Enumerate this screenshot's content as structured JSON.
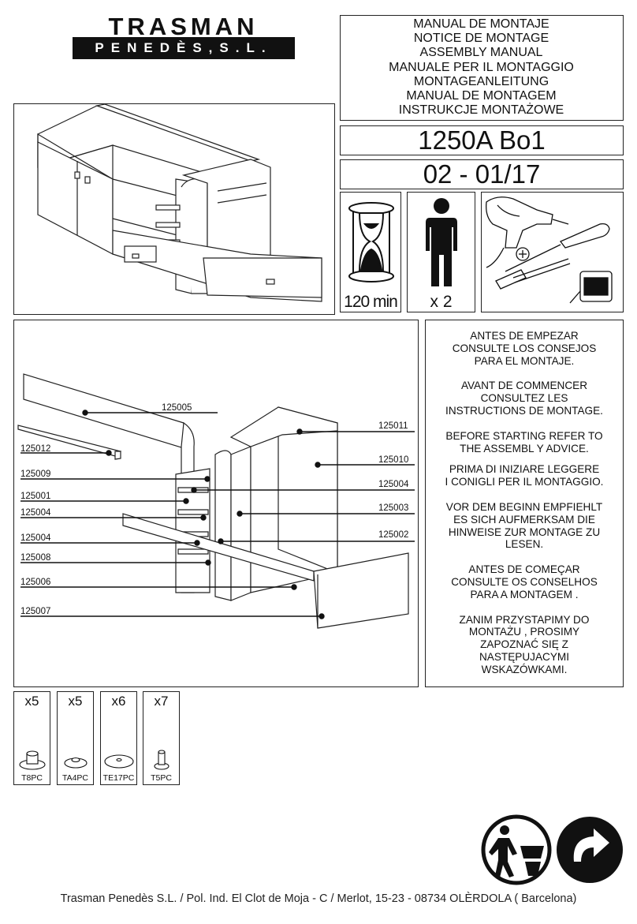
{
  "brand": {
    "name": "TRASMAN",
    "sub": "PENEDÈS,S.L."
  },
  "manual_titles": [
    "MANUAL DE MONTAJE",
    "NOTICE DE MONTAGE",
    "ASSEMBLY MANUAL",
    "MANUALE PER IL MONTAGGIO",
    "MONTAGEANLEITUNG",
    "MANUAL DE MONTAGEM",
    "INSTRUKCJE MONTAŻOWE"
  ],
  "model": "1250A Bo1",
  "version": "02 - 01/17",
  "requirements": {
    "time": "120 min",
    "persons": "x 2"
  },
  "parts": [
    {
      "id": "125005"
    },
    {
      "id": "125012"
    },
    {
      "id": "125009"
    },
    {
      "id": "125001"
    },
    {
      "id": "125004"
    },
    {
      "id": "125004"
    },
    {
      "id": "125008"
    },
    {
      "id": "125006"
    },
    {
      "id": "125007"
    },
    {
      "id": "125011"
    },
    {
      "id": "125010"
    },
    {
      "id": "125004"
    },
    {
      "id": "125003"
    },
    {
      "id": "125002"
    }
  ],
  "notes": [
    "ANTES DE EMPEZAR\nCONSULTE LOS CONSEJOS\nPARA EL MONTAJE.",
    "AVANT DE COMMENCER\nCONSULTEZ LES\nINSTRUCTIONS DE MONTAGE.",
    "BEFORE STARTING REFER TO\nTHE ASSEMBL  Y ADVICE.",
    "PRIMA DI INIZIARE LEGGERE\nI CONIGLI PER IL MONTAGGIO.",
    "VOR DEM BEGINN EMPFIEHLT\nES SICH AUFMERKSAM DIE\nHINWEISE ZUR MONTAGE ZU\nLESEN.",
    "ANTES DE COMEÇAR\nCONSULTE OS CONSELHOS\nPARA A MONTAGEM .",
    "ZANIM PRZYSTAPIMY DO\nMONTAŻU , PROSIMY\nZAPOZNAĆ SIĘ Z\nNASTĘPUJACYMI\nWSKAZÓWKAMI."
  ],
  "hardware": [
    {
      "qty": "x5",
      "code": "T8PC",
      "icon": "cam-lock-icon"
    },
    {
      "qty": "x5",
      "code": "TA4PC",
      "icon": "cap-icon"
    },
    {
      "qty": "x6",
      "code": "TE17PC",
      "icon": "disc-cap-icon"
    },
    {
      "qty": "x7",
      "code": "T5PC",
      "icon": "bolt-icon"
    }
  ],
  "footer": "Trasman Penedès S.L. / Pol. Ind. El Clot de Moja - C / Merlot, 15-23 - 08734 OLÈRDOLA ( Barcelona)"
}
